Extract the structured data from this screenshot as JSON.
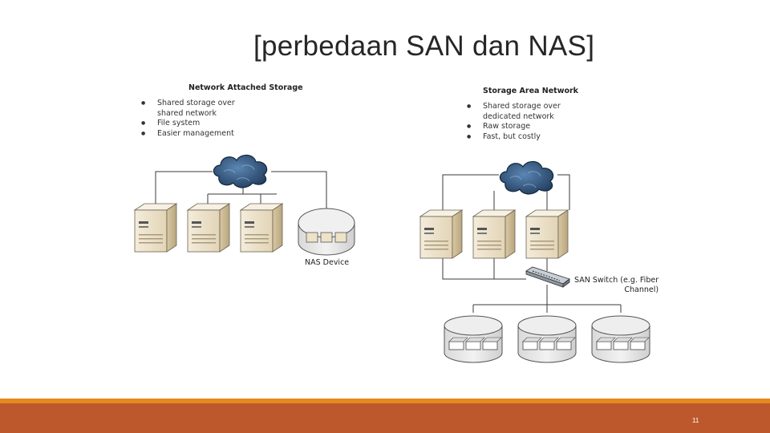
{
  "slide": {
    "title": "[perbedaan SAN dan NAS]",
    "page_number": "11"
  },
  "nas": {
    "heading": "Network Attached Storage",
    "bullets": [
      "Shared storage over\nshared network",
      "File system",
      "Easier management"
    ],
    "device_label": "NAS Device"
  },
  "san": {
    "heading": "Storage Area Network",
    "bullets": [
      "Shared storage over\ndedicated network",
      "Raw storage",
      "Fast, but costly"
    ],
    "switch_label": "SAN Switch (e.g. Fiber\nChannel)"
  },
  "colors": {
    "accent_bar": "#e6891f",
    "footer_bar": "#bd582c",
    "cloud": "#2f5377",
    "server_body": "#eee3cc",
    "lines": "#3a3a3a"
  },
  "icons": [
    "cloud-icon",
    "server-icon",
    "nas-device-icon",
    "san-switch-icon",
    "storage-array-icon"
  ]
}
